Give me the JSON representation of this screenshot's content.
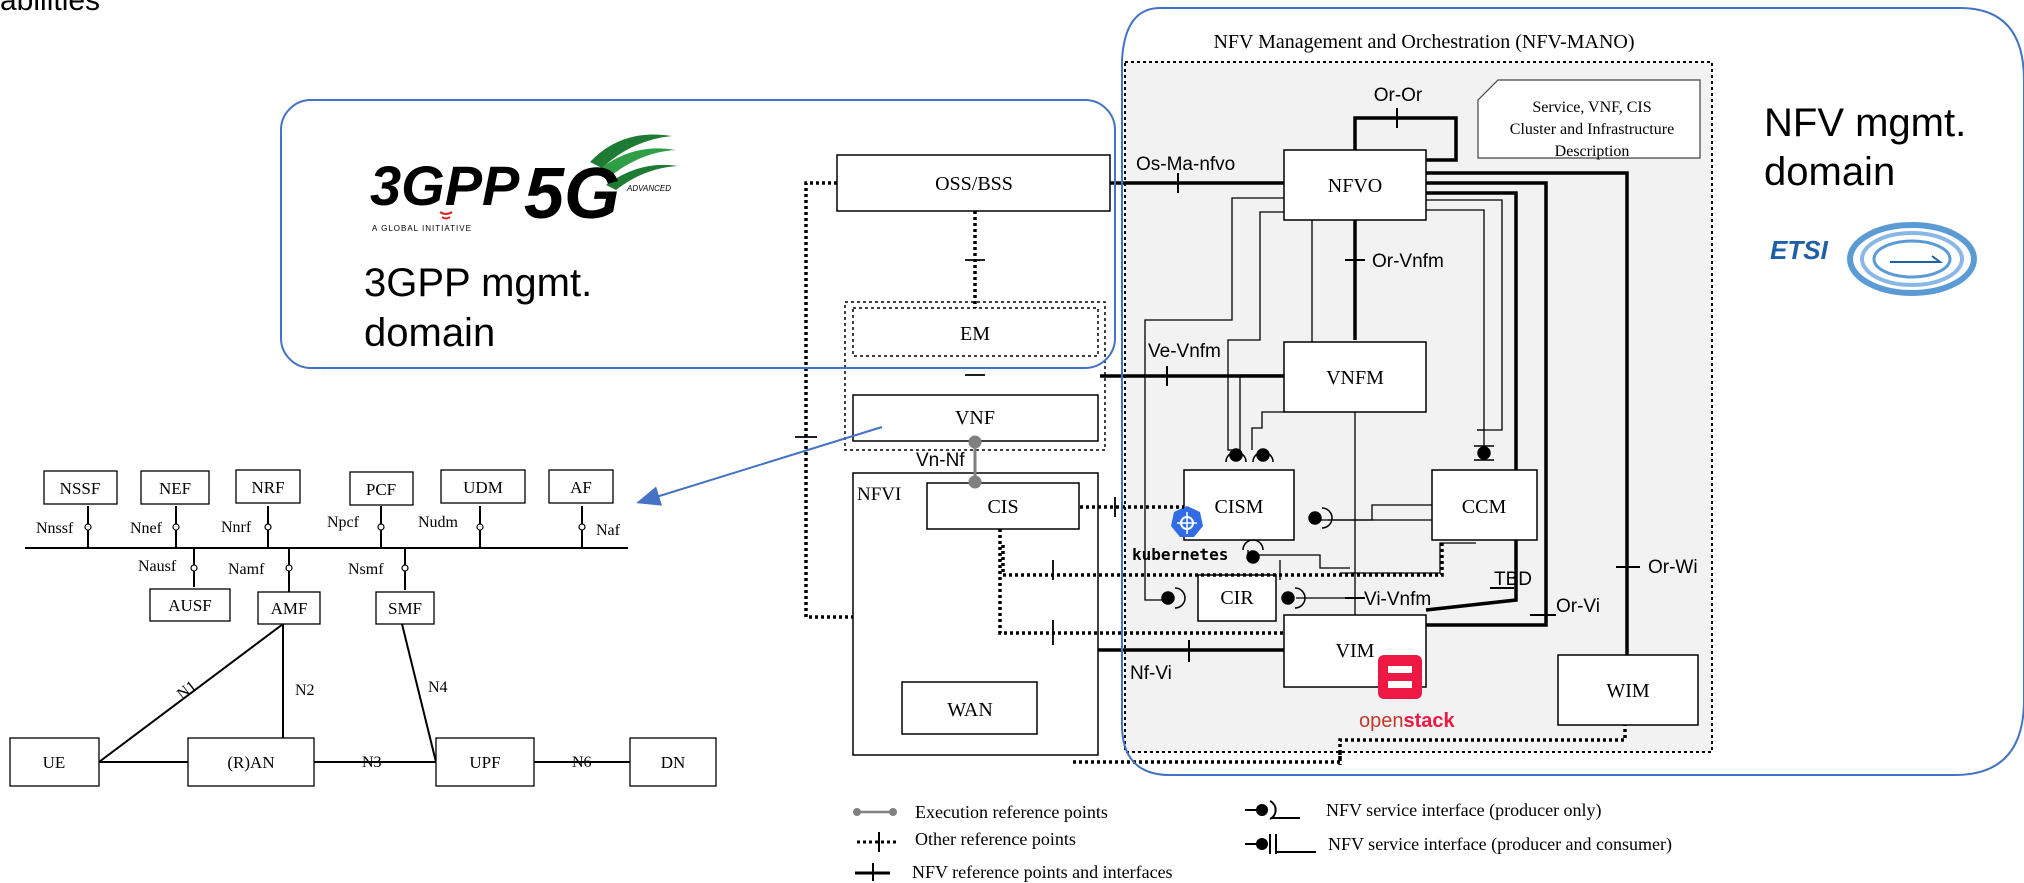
{
  "header_fragment": "abilities",
  "gpp_domain": {
    "label_line1": "3GPP mgmt.",
    "label_line2": "domain",
    "logo_3gpp": "3GPP",
    "logo_3gpp_tagline": "A GLOBAL INITIATIVE",
    "logo_5g": "5G",
    "logo_5g_tagline": "ADVANCED"
  },
  "nfv_domain": {
    "label_line1": "NFV mgmt.",
    "label_line2": "domain",
    "logo_etsi": "ETSI"
  },
  "mano": {
    "title": "NFV Management and Orchestration (NFV-MANO)",
    "desc": [
      "Service, VNF, CIS",
      "Cluster and Infrastructure",
      "Description"
    ],
    "boxes": {
      "nfvo": "NFVO",
      "vnfm": "VNFM",
      "cism": "CISM",
      "ccm": "CCM",
      "cir": "CIR",
      "vim": "VIM",
      "wim": "WIM"
    },
    "ref": {
      "or_or": "Or-Or",
      "os_ma": "Os-Ma-nfvo",
      "or_vnfm": "Or-Vnfm",
      "ve_vnfm": "Ve-Vnfm",
      "vi_vnfm": "Vi-Vnfm",
      "tbd": "TBD",
      "or_vi": "Or-Vi",
      "or_wi": "Or-Wi",
      "nf_vi": "Nf-Vi",
      "vn_nf": "Vn-Nf"
    },
    "logos": {
      "kubernetes": "kubernetes",
      "open": "open",
      "stack": "stack"
    }
  },
  "left_stack": {
    "oss": "OSS/BSS",
    "em": "EM",
    "vnf": "VNF",
    "nfvi": "NFVI",
    "cis": "CIS",
    "wan": "WAN"
  },
  "core5g": {
    "nfs": [
      "NSSF",
      "NEF",
      "NRF",
      "PCF",
      "UDM",
      "AF"
    ],
    "svc_top": [
      "Nnssf",
      "Nnef",
      "Nnrf",
      "Npcf",
      "Nudm",
      "Naf"
    ],
    "mid": [
      "AUSF",
      "AMF",
      "SMF"
    ],
    "svc_bot": [
      "Nausf",
      "Namf",
      "Nsmf"
    ],
    "bottom": [
      "UE",
      "(R)AN",
      "UPF",
      "DN"
    ],
    "ifaces": {
      "n1": "N1",
      "n2": "N2",
      "n3": "N3",
      "n4": "N4",
      "n6": "N6"
    }
  },
  "legend": {
    "exec": "Execution reference points",
    "other": "Other reference points",
    "nfv": "NFV reference points and interfaces",
    "prod": "NFV service interface (producer only)",
    "prodcons": "NFV service interface (producer and consumer)"
  }
}
